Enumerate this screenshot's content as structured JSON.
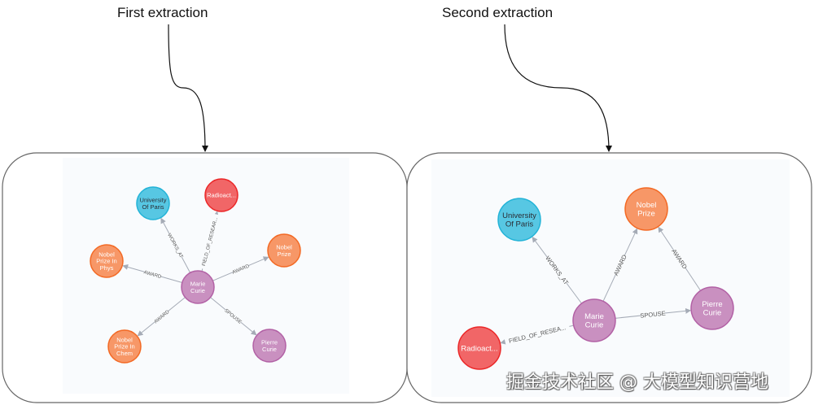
{
  "captions": {
    "left": "First extraction",
    "right": "Second extraction"
  },
  "colors": {
    "person": "#c990c0",
    "person_stroke": "#b261a5",
    "university": "#57c7e3",
    "university_stroke": "#23b3d7",
    "field": "#f16667",
    "field_stroke": "#eb2728",
    "award": "#f79767",
    "award_stroke": "#f36924",
    "edge": "#a5abb6",
    "canvas_bg": "#f9fbfd"
  },
  "graphs": {
    "first": {
      "nodes": [
        {
          "id": "marie",
          "label": [
            "Marie",
            "Curie"
          ],
          "type": "person"
        },
        {
          "id": "uparis",
          "label": [
            "University",
            "Of Paris"
          ],
          "type": "university"
        },
        {
          "id": "radio",
          "label": [
            "Radioact..."
          ],
          "type": "field"
        },
        {
          "id": "nphys",
          "label": [
            "Nobel",
            "Prize In",
            "Phys"
          ],
          "type": "award"
        },
        {
          "id": "nobel",
          "label": [
            "Nobel",
            "Prize"
          ],
          "type": "award"
        },
        {
          "id": "nchem",
          "label": [
            "Nobel",
            "Prize In",
            "Chem"
          ],
          "type": "award"
        },
        {
          "id": "pierre",
          "label": [
            "Pierre",
            "Curie"
          ],
          "type": "person"
        }
      ],
      "edges": [
        {
          "from": "marie",
          "to": "uparis",
          "label": "WORKS_AT"
        },
        {
          "from": "marie",
          "to": "radio",
          "label": "FIELD_OF_RESEAR..."
        },
        {
          "from": "marie",
          "to": "nphys",
          "label": "AWARD"
        },
        {
          "from": "marie",
          "to": "nobel",
          "label": "AWARD"
        },
        {
          "from": "marie",
          "to": "nchem",
          "label": "AWARD"
        },
        {
          "from": "marie",
          "to": "pierre",
          "label": "SPOUSE"
        }
      ]
    },
    "second": {
      "nodes": [
        {
          "id": "marie",
          "label": [
            "Marie",
            "Curie"
          ],
          "type": "person"
        },
        {
          "id": "uparis",
          "label": [
            "University",
            "Of Paris"
          ],
          "type": "university"
        },
        {
          "id": "nobel",
          "label": [
            "Nobel",
            "Prize"
          ],
          "type": "award"
        },
        {
          "id": "pierre",
          "label": [
            "Pierre",
            "Curie"
          ],
          "type": "person"
        },
        {
          "id": "radio",
          "label": [
            "Radioact..."
          ],
          "type": "field"
        }
      ],
      "edges": [
        {
          "from": "marie",
          "to": "uparis",
          "label": "WORKS_AT"
        },
        {
          "from": "marie",
          "to": "nobel",
          "label": "AWARD"
        },
        {
          "from": "pierre",
          "to": "nobel",
          "label": "AWARD"
        },
        {
          "from": "marie",
          "to": "pierre",
          "label": "SPOUSE"
        },
        {
          "from": "marie",
          "to": "radio",
          "label": "FIELD_OF_RESEA..."
        }
      ]
    }
  },
  "watermark": "掘金技术社区 @ 大模型知识营地"
}
